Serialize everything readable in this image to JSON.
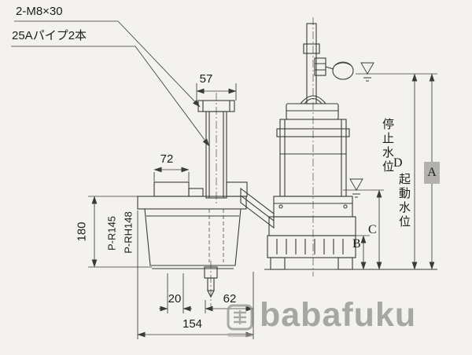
{
  "drawing": {
    "callouts": {
      "bolts": "2-M8×30",
      "pipes": "25Aパイプ2本"
    },
    "dimensions": {
      "pipe_width": "57",
      "lid_width": "72",
      "tank_height": "180",
      "bottom_offset": "20",
      "bottom_span": "62",
      "bottom_total": "154"
    },
    "models": {
      "left": "P-R145",
      "right": "P-RH148"
    },
    "levels": {
      "stop": "停止水位",
      "start": "起動水位"
    },
    "letters": {
      "a": "A",
      "b": "B",
      "c": "C",
      "d": "D"
    }
  },
  "watermark": {
    "text": "babafuku"
  },
  "colors": {
    "line": "#3a3a3a",
    "paper": "#f3f2ee",
    "a_box": "#b2b1ab",
    "watermark": "#9c9c98"
  }
}
